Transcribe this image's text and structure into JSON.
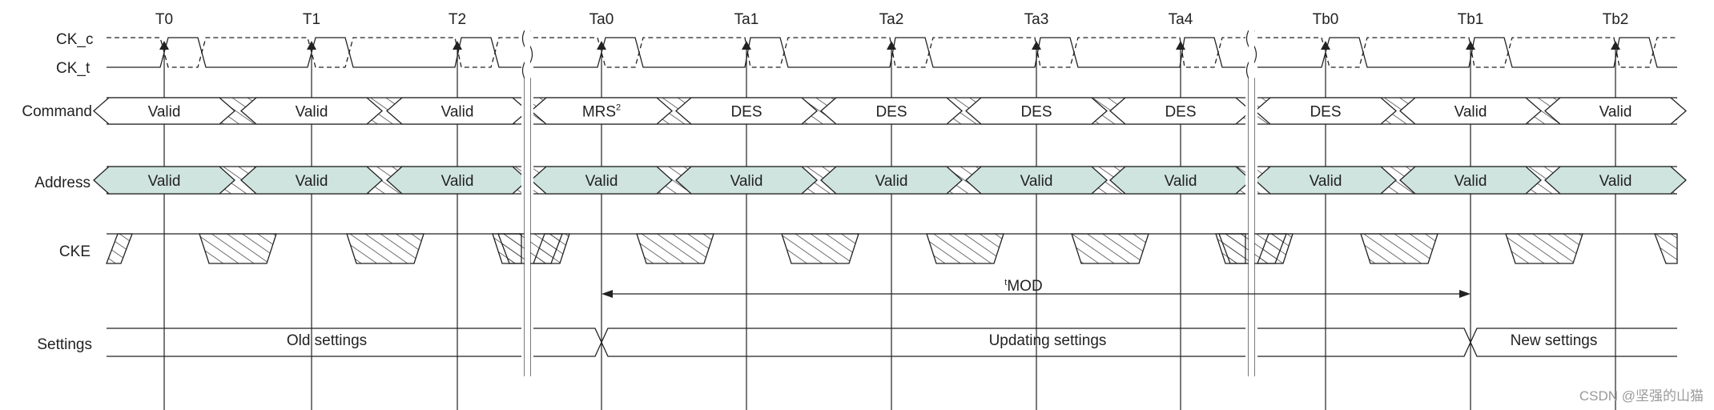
{
  "signals": {
    "ck_c": "CK_c",
    "ck_t": "CK_t",
    "command": "Command",
    "address": "Address",
    "cke": "CKE",
    "settings": "Settings"
  },
  "clock_edges": [
    "T0",
    "T1",
    "T2",
    "Ta0",
    "Ta1",
    "Ta2",
    "Ta3",
    "Ta4",
    "Tb0",
    "Tb1",
    "Tb2"
  ],
  "command_values": [
    "Valid",
    "Valid",
    "Valid",
    "MRS",
    "DES",
    "DES",
    "DES",
    "DES",
    "DES",
    "Valid",
    "Valid"
  ],
  "mrs_superscript": "2",
  "address_values": [
    "Valid",
    "Valid",
    "Valid",
    "Valid",
    "Valid",
    "Valid",
    "Valid",
    "Valid",
    "Valid",
    "Valid",
    "Valid"
  ],
  "tmod": {
    "prefix": "t",
    "label": "MOD"
  },
  "settings_values": {
    "old": "Old settings",
    "updating": "Updating settings",
    "new": "New settings"
  },
  "watermark": "CSDN @坚强的山猫",
  "colors": {
    "address_valid_fill": "#cfe4df",
    "line": "#222222",
    "hatch": "#333333"
  }
}
